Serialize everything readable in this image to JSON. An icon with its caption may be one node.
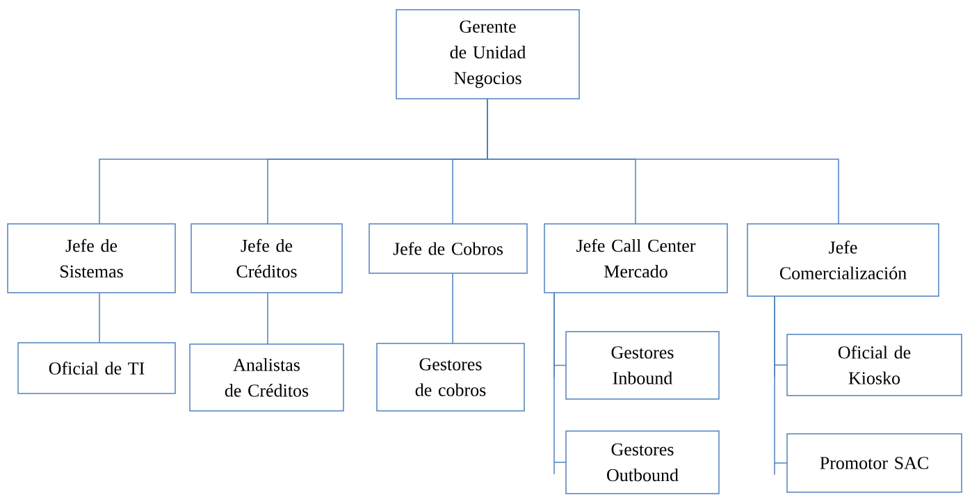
{
  "diagram": {
    "nodes": [
      {
        "text": [
          "Gerente de Unidad Negocios"
        ]
      },
      {
        "text": [
          "Jefe de Sistemas"
        ]
      },
      {
        "text": [
          "Jefe de Créditos"
        ]
      },
      {
        "text": [
          "Jefe de  Cobros"
        ]
      },
      {
        "text": [
          "Jefe Call Center Mercado"
        ]
      },
      {
        "text": [
          "Jefe Comercialización"
        ]
      },
      {
        "text": [
          "Oficial de TI"
        ]
      },
      {
        "text": [
          "Analistas de Créditos"
        ]
      },
      {
        "text": [
          "Gestores de cobros"
        ]
      },
      {
        "text": [
          "Gestores Inbound"
        ]
      },
      {
        "text": [
          "Gestores Outbound"
        ]
      },
      {
        "text": [
          "Oficial de Kiosko"
        ]
      },
      {
        "text": [
          "Promotor SAC"
        ]
      }
    ],
    "edges": [
      {
        "from": 0,
        "to": 1,
        "arrow": "none"
      },
      {
        "from": 0,
        "to": 2,
        "arrow": "none"
      },
      {
        "from": 0,
        "to": 3,
        "arrow": "none"
      },
      {
        "from": 0,
        "to": 4,
        "arrow": "none"
      },
      {
        "from": 0,
        "to": 5,
        "arrow": "none"
      },
      {
        "from": 1,
        "to": 6,
        "arrow": "none"
      },
      {
        "from": 2,
        "to": 7,
        "arrow": "none"
      },
      {
        "from": 3,
        "to": 8,
        "arrow": "none"
      },
      {
        "from": 4,
        "to": 9,
        "arrow": "none"
      },
      {
        "from": 4,
        "to": 10,
        "arrow": "none"
      },
      {
        "from": 5,
        "to": 11,
        "arrow": "none"
      },
      {
        "from": 5,
        "to": 12,
        "arrow": "none"
      }
    ]
  }
}
